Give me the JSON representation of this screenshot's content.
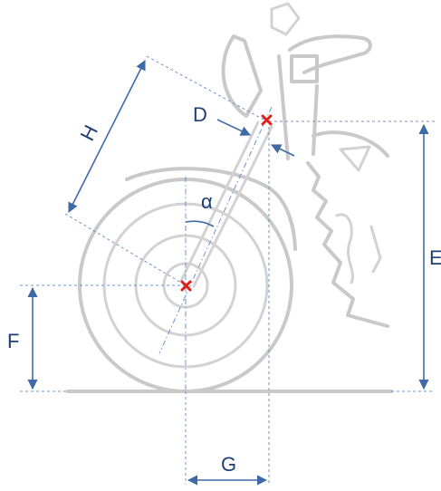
{
  "labels": {
    "H": "H",
    "D": "D",
    "alpha": "α",
    "E": "E",
    "F": "F",
    "G": "G"
  },
  "colors": {
    "dimension": "#3e6aa8",
    "guide": "#6f93c8",
    "sketch": "#c9c9c9",
    "marker": "#e0201a"
  }
}
